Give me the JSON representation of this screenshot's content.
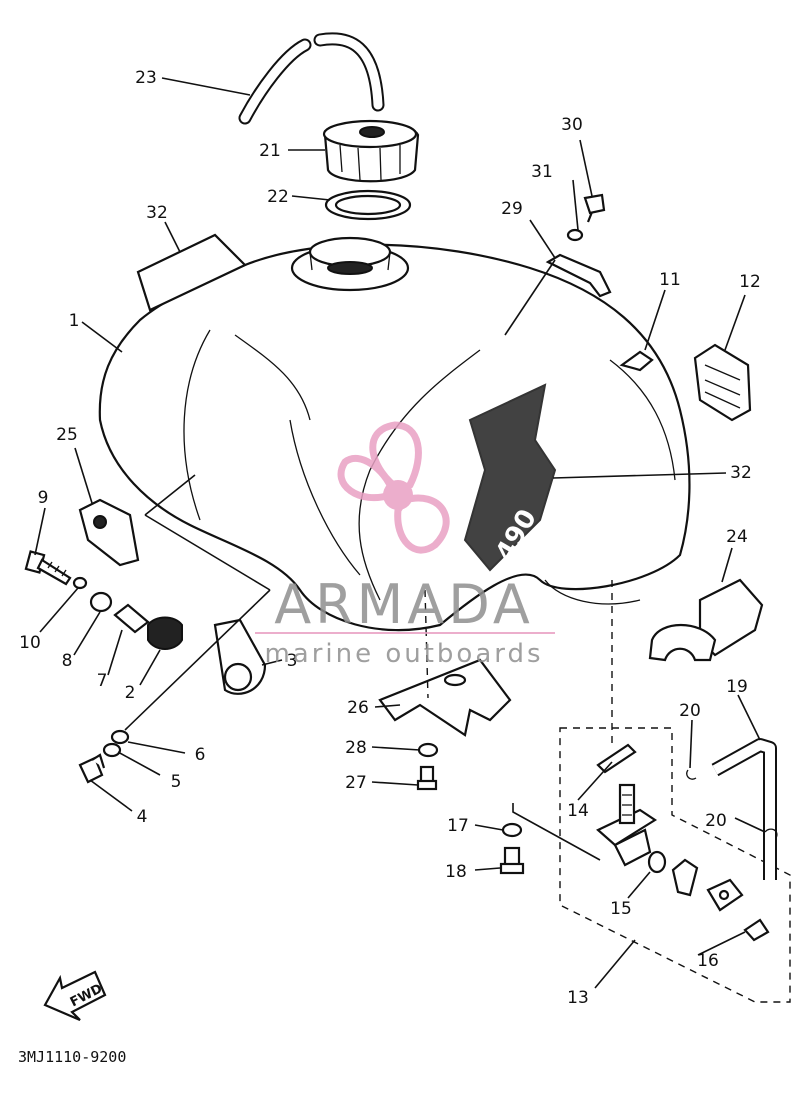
{
  "diagram": {
    "callouts": {
      "c1": "1",
      "c2": "2",
      "c3": "3",
      "c4": "4",
      "c5": "5",
      "c6": "6",
      "c7": "7",
      "c8": "8",
      "c9": "9",
      "c10": "10",
      "c11": "11",
      "c12": "12",
      "c13": "13",
      "c14": "14",
      "c15": "15",
      "c16": "16",
      "c17": "17",
      "c18": "18",
      "c19": "19",
      "c20a": "20",
      "c20b": "20",
      "c21": "21",
      "c22": "22",
      "c23": "23",
      "c24": "24",
      "c25": "25",
      "c26": "26",
      "c27": "27",
      "c28": "28",
      "c29": "29",
      "c30": "30",
      "c31": "31",
      "c32a": "32",
      "c32b": "32"
    },
    "fwd_label": "FWD",
    "drawing_code": "3MJ1110-9200",
    "tank_decal": "490"
  },
  "watermark": {
    "brand": "ARMADA",
    "tagline": "marine outboards",
    "color": "#e9a1c4"
  }
}
